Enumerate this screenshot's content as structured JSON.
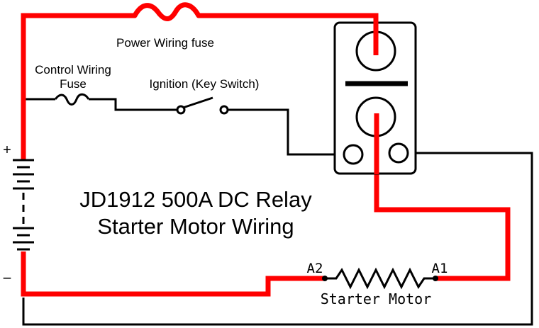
{
  "title": {
    "line1": "JD1912 500A DC Relay",
    "line2": "Starter Motor Wiring"
  },
  "labels": {
    "power_fuse": "Power Wiring fuse",
    "control_fuse_line1": "Control Wiring",
    "control_fuse_line2": "Fuse",
    "ignition": "Ignition (Key Switch)",
    "battery_plus": "+",
    "battery_minus": "−",
    "terminal_a2": "A2",
    "terminal_a1": "A1",
    "starter_motor": "Starter Motor"
  },
  "colors": {
    "power_wire": "#ff0000",
    "control_wire": "#000000",
    "background": "#ffffff"
  }
}
